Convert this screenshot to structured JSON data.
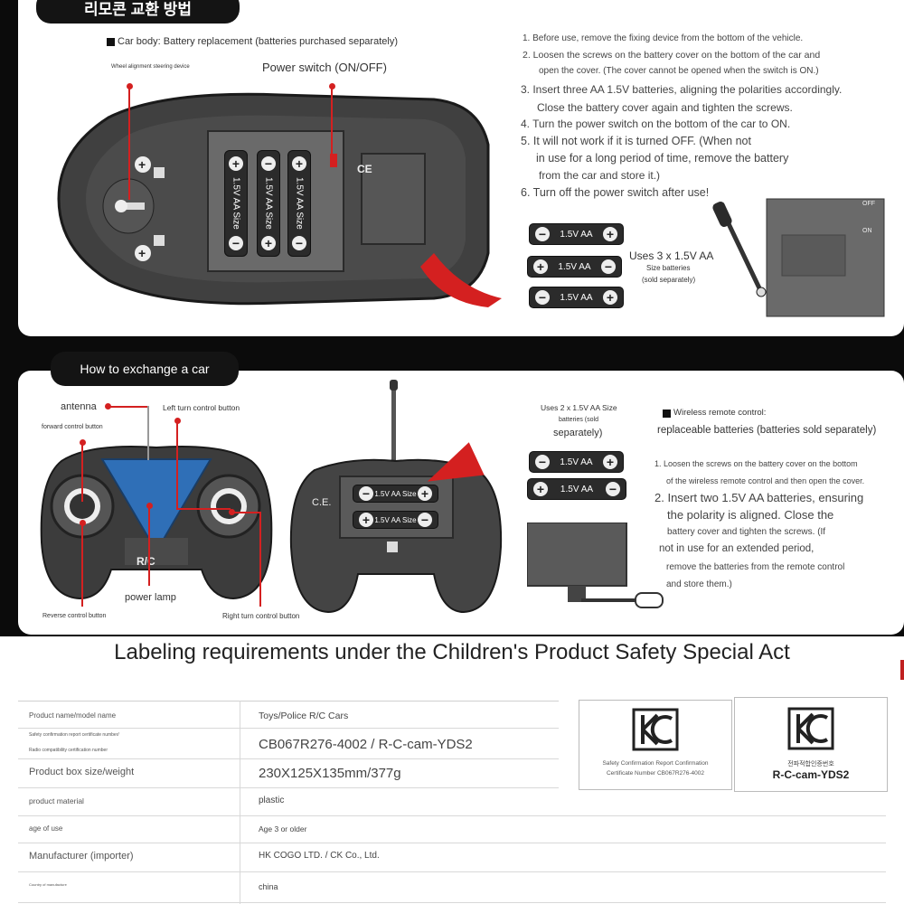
{
  "top": {
    "header_pill": "리모콘 교환 방법",
    "car_body_label": "Car body: Battery replacement (batteries purchased separately)",
    "wheel_alignment_label": "Wheel alignment steering device",
    "power_switch_label": "Power switch (ON/OFF)",
    "ce_mark": "CE",
    "vertical_battery_label": "1.5V AA Size",
    "steps": [
      "1. Before use, remove the fixing device from the bottom of the vehicle.",
      "2. Loosen the screws on the battery cover on the bottom of the car and",
      "open the cover. (The cover cannot be opened when the switch is ON.)",
      "3. Insert three AA 1.5V batteries, aligning the polarities accordingly.",
      "Close the battery cover again and tighten the screws.",
      "4. Turn the power switch on the bottom of the car to ON.",
      "5. It will not work if it is turned OFF. (When not",
      "in use for a long period of time, remove the battery",
      "from the car and store it.)",
      "6. Turn off the power switch after use!"
    ],
    "battery_label": "1.5V AA",
    "uses_batteries": "Uses 3 x 1.5V AA",
    "size_batteries": "Size batteries",
    "sold_separately": "(sold separately)",
    "off_label": "OFF",
    "on_label": "ON"
  },
  "bottom": {
    "header_pill": "How to exchange a car",
    "antenna_label": "antenna",
    "left_turn_label": "Left turn control button",
    "forward_label": "forward control button",
    "power_lamp_label": "power lamp",
    "reverse_label": "Reverse control button",
    "right_turn_label": "Right turn control button",
    "ce_label": "C.E.",
    "rc_logo": "R/C",
    "remote_battery_label": "1.5V AA Size",
    "uses_2_line1": "Uses 2 x 1.5V AA Size",
    "uses_2_line2": "batteries (sold",
    "uses_2_line3": "separately)",
    "battery_label": "1.5V AA",
    "wireless_title": "Wireless remote control:",
    "wireless_sub": "replaceable batteries (batteries sold separately)",
    "steps": [
      "1. Loosen the screws on the battery cover on the bottom",
      "of the wireless remote control and then open the cover.",
      "2. Insert two 1.5V AA batteries, ensuring",
      "the polarity is aligned. Close the",
      "battery cover and tighten the screws. (If",
      "not in use for an extended period,",
      "remove the batteries from the remote control",
      "and store them.)"
    ]
  },
  "labeling": {
    "title": "Labeling requirements under the Children's Product Safety Special Act",
    "rows": [
      {
        "label": "Product name/model name",
        "value": "Toys/Police R/C Cars"
      },
      {
        "label": "Safety confirmation report certificate number/",
        "label2": "Radio compatibility certification number",
        "value": "CB067R276-4002 / R-C-cam-YDS2"
      },
      {
        "label": "Product box size/weight",
        "value": "230X125X135mm/377g"
      },
      {
        "label": "product material",
        "value": "plastic"
      },
      {
        "label": "age of use",
        "value": "Age 3 or older"
      },
      {
        "label": "Manufacturer (importer)",
        "value": "HK COGO LTD. / CK Co., Ltd."
      },
      {
        "label": "Country of manufacture",
        "value": "china"
      }
    ],
    "kc1_caption_line1": "Safety Confirmation Report Confirmation",
    "kc1_caption_line2": "Certificate Number CB067R276-4002",
    "kc2_caption_korean": "전파적합인증번호",
    "kc2_caption_code": "R-C-cam-YDS2"
  },
  "colors": {
    "accent_red": "#d42020",
    "dark": "#141414",
    "blue": "#2f6fb7"
  }
}
